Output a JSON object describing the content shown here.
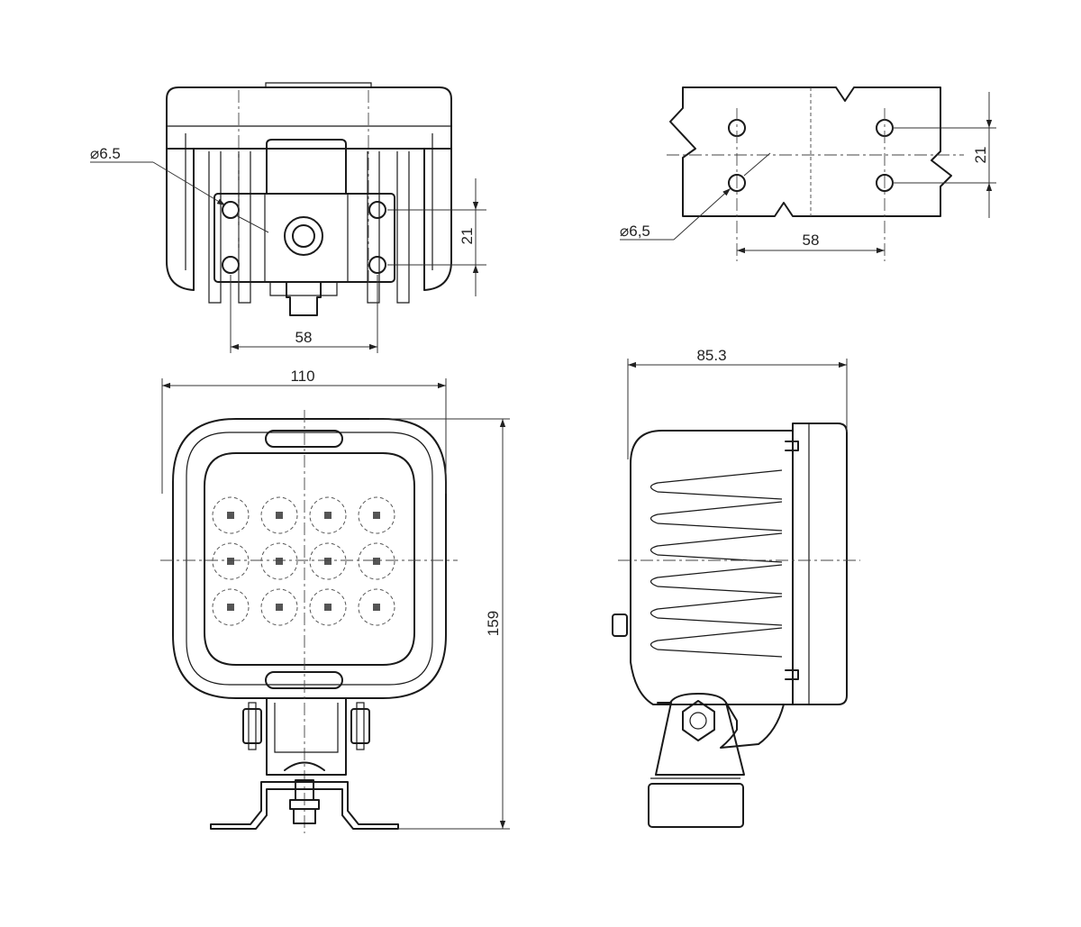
{
  "dimensions": {
    "top_hole_dia": "6.5",
    "top_spacing_v": "21",
    "top_spacing_h": "58",
    "front_width": "110",
    "front_height": "159",
    "side_depth": "85.3",
    "pattern_hole_dia": "6,5",
    "pattern_spacing_v": "21",
    "pattern_spacing_h": "58"
  },
  "symbols": {
    "diameter": "⌀"
  },
  "led_grid": {
    "rows": 3,
    "cols": 4
  }
}
